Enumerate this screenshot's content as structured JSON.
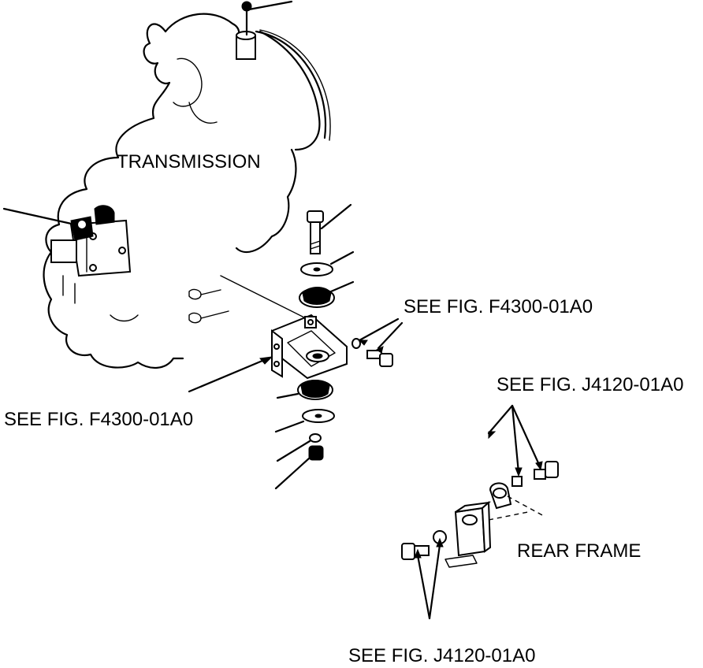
{
  "labels": {
    "transmission": "TRANSMISSION",
    "see_f4300_right": "SEE FIG. F4300-01A0",
    "see_f4300_left": "SEE FIG. F4300-01A0",
    "see_j4120_top": "SEE FIG. J4120-01A0",
    "rear_frame": "REAR FRAME",
    "see_j4120_bottom": "SEE FIG. J4120-01A0"
  }
}
